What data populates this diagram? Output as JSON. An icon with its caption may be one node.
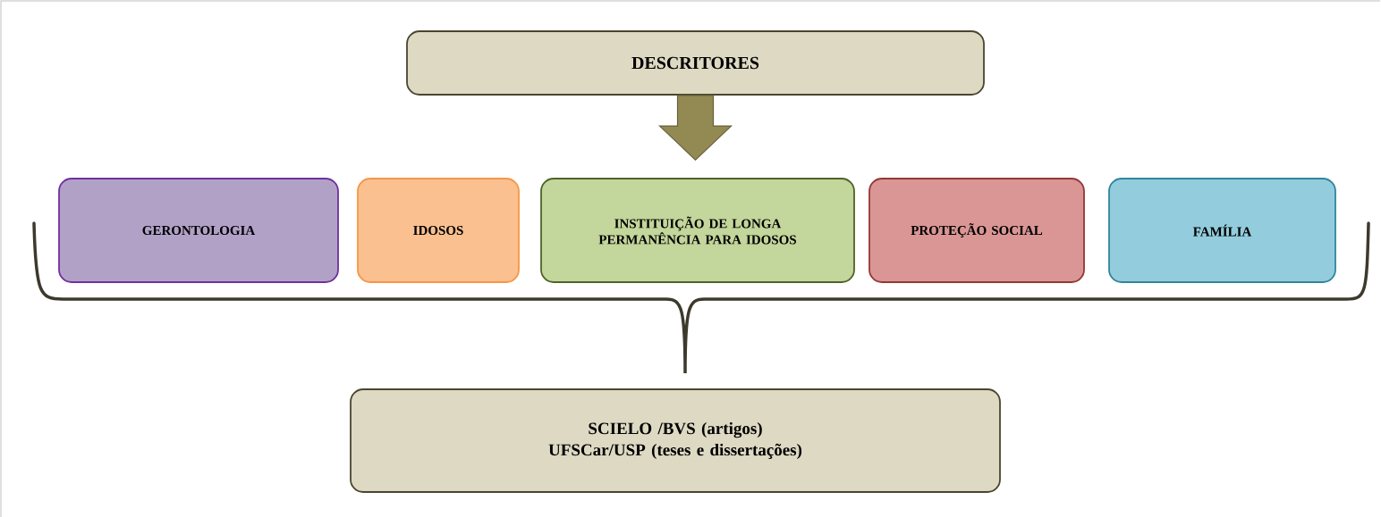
{
  "diagram": {
    "nodes": [
      {
        "text": [
          "DESCRITORES"
        ]
      },
      {
        "text": [
          "GERONTOLOGIA"
        ]
      },
      {
        "text": [
          "IDOSOS"
        ]
      },
      {
        "text": [
          "INSTITUIÇÃO DE LONGA PERMANÊNCIA PARA IDOSOS"
        ]
      },
      {
        "text": [
          "PROTEÇÃO SOCIAL"
        ]
      },
      {
        "text": [
          "FAMÍLIA"
        ]
      },
      {
        "text": [
          "SCIELO /BVS (artigos)",
          "UFSCar/USP (teses e dissertações)"
        ]
      }
    ],
    "edges": [
      {
        "from": 0,
        "to": 3,
        "arrow": "to",
        "color": "#938953"
      }
    ]
  }
}
